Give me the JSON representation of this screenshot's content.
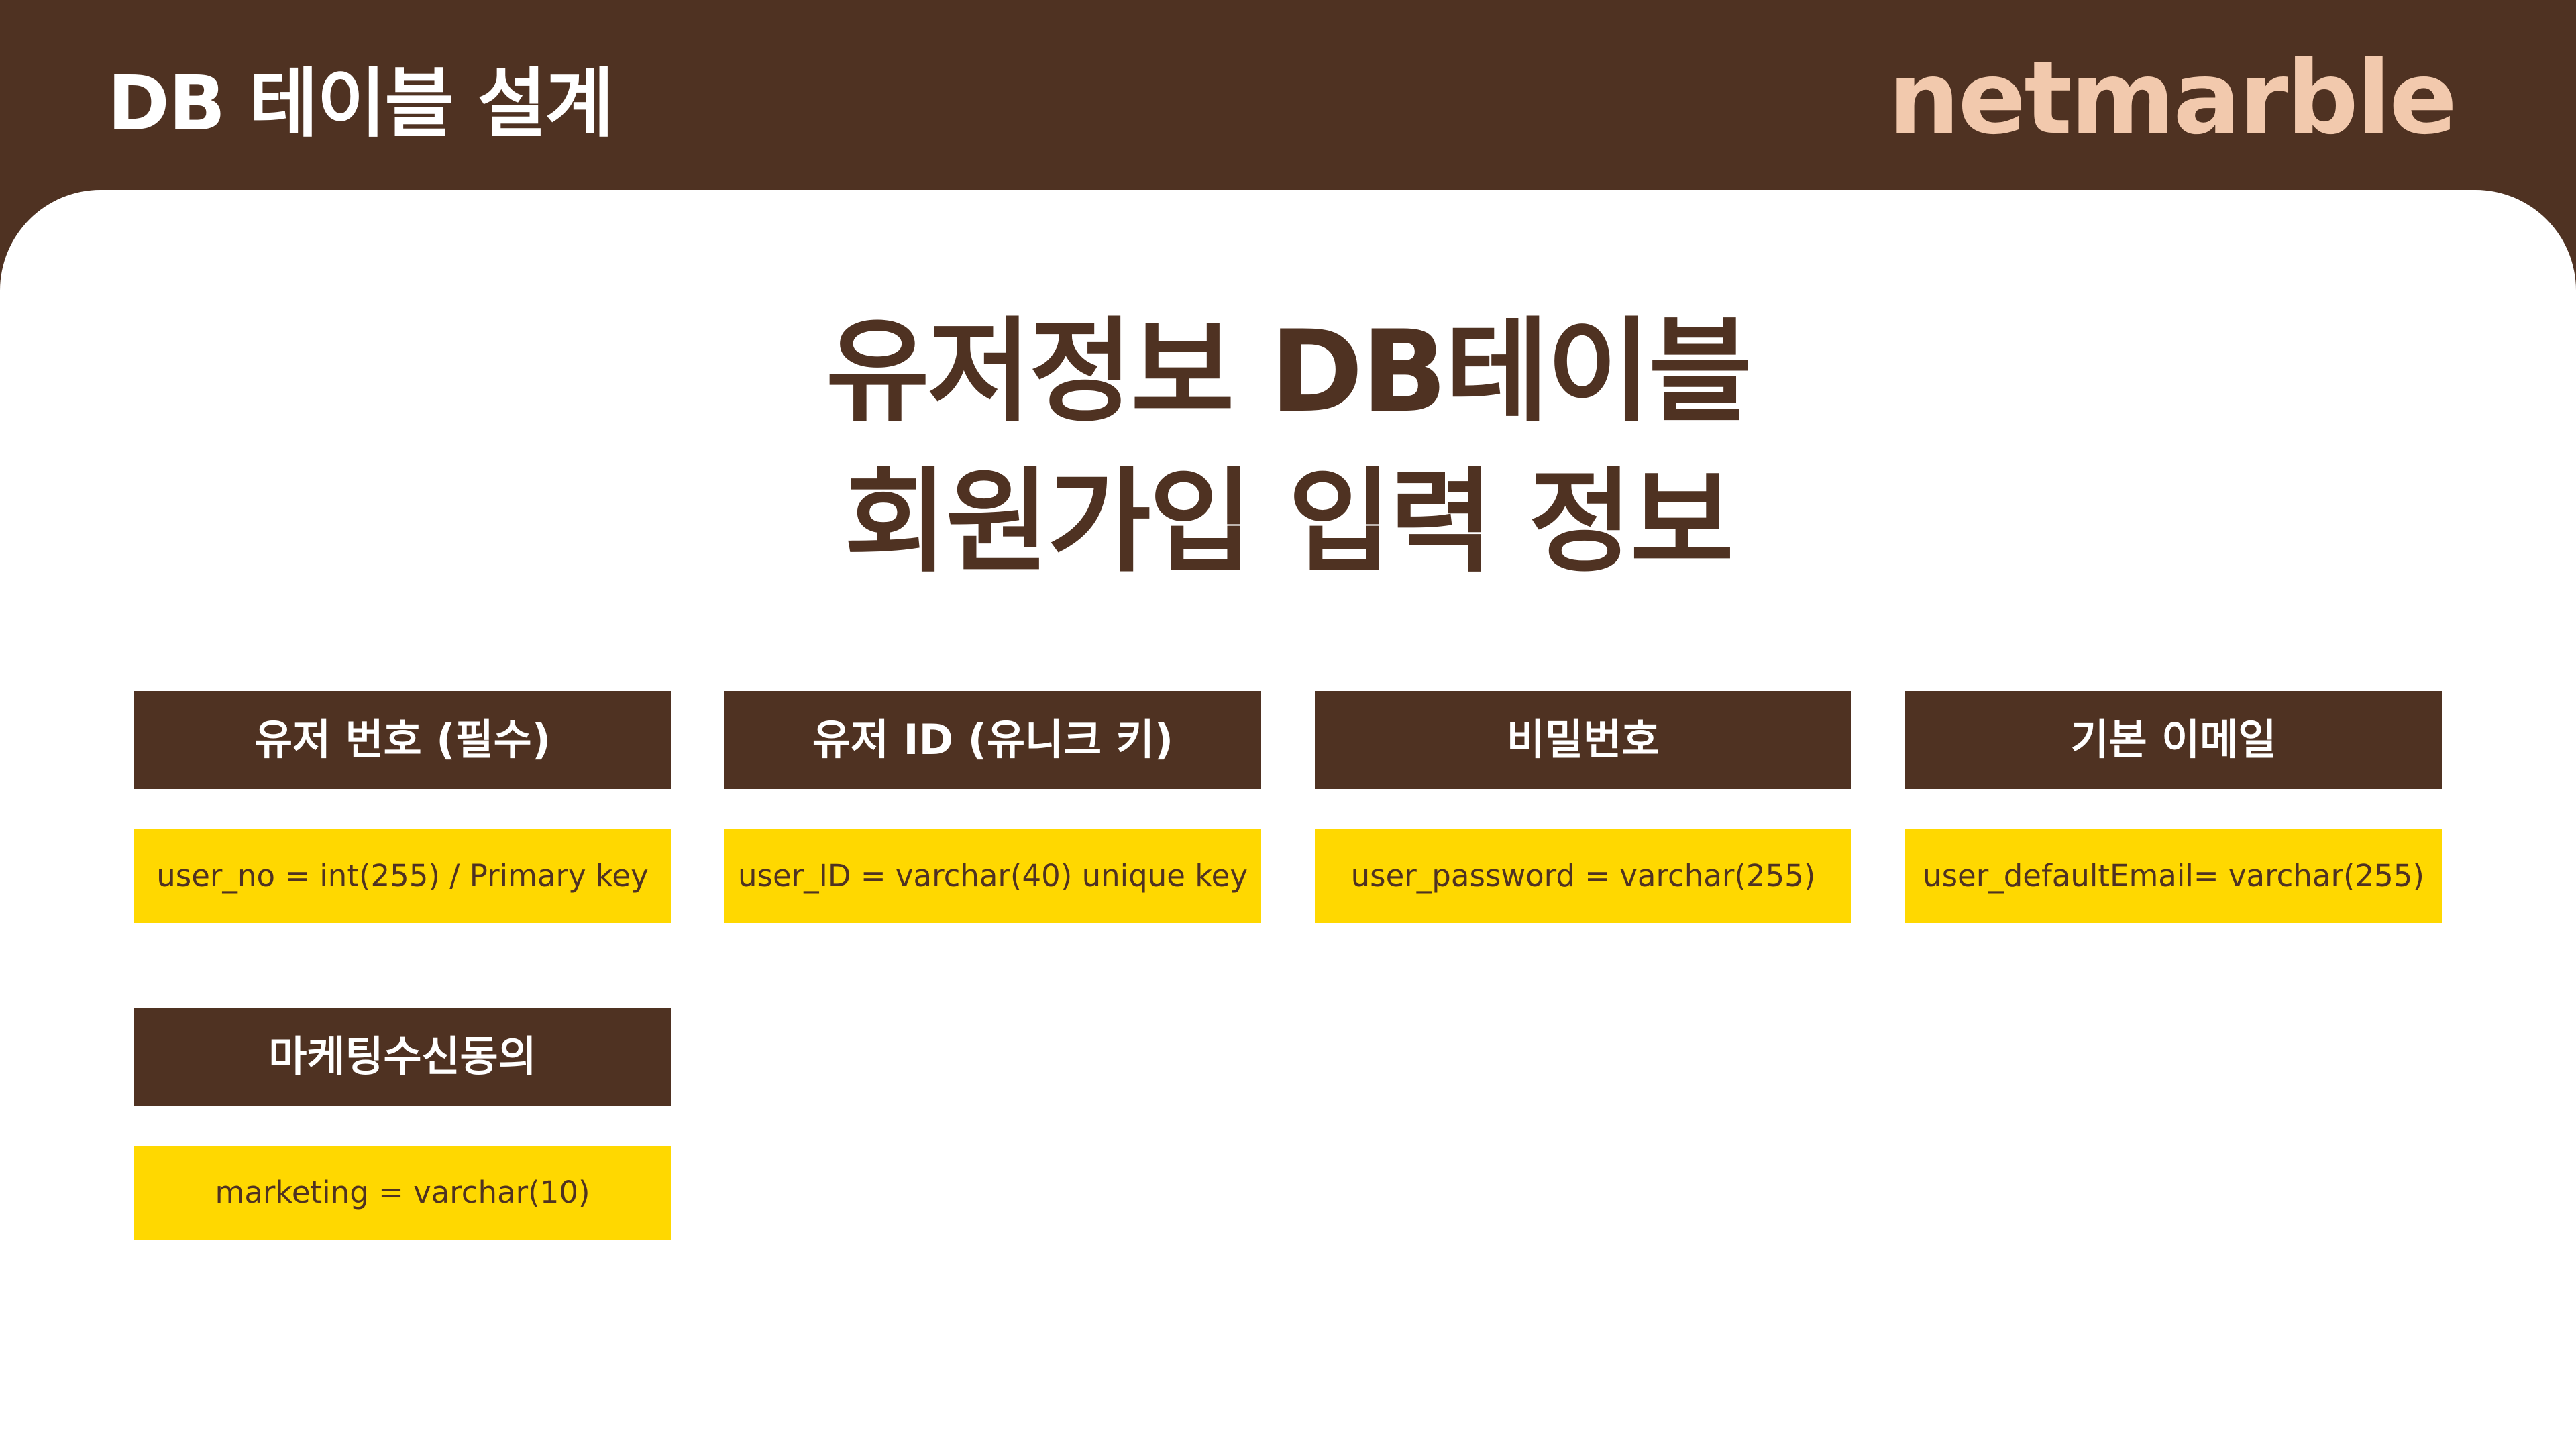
{
  "header": {
    "title": "DB 테이블 설계",
    "brand": "netmarble"
  },
  "headline": {
    "line1": "유저정보 DB테이블",
    "line2": "회원가입 입력 정보"
  },
  "fields": [
    {
      "label": "유저 번호 (필수)",
      "value": "user_no = int(255) /  Primary key"
    },
    {
      "label": "유저 ID (유니크 키)",
      "value": "user_ID = varchar(40) unique key"
    },
    {
      "label": "비밀번호",
      "value": "user_password = varchar(255)"
    },
    {
      "label": "기본 이메일",
      "value": "user_defaultEmail= varchar(255)"
    },
    {
      "label": "마케팅수신동의",
      "value": "marketing = varchar(10)"
    }
  ],
  "colors": {
    "brown": "#4f3222",
    "yellow": "#ffd800",
    "logo": "#f2c9ad",
    "white": "#ffffff"
  }
}
